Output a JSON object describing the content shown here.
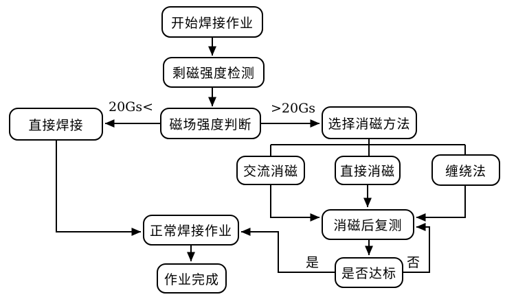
{
  "diagram": {
    "type": "flowchart",
    "background_color": "#ffffff",
    "line_color": "#000000",
    "node_fill_color": "#ffffff",
    "text_color": "#000000",
    "nodes": [
      {
        "id": "start",
        "label": "开始焊接作业"
      },
      {
        "id": "residual-detect",
        "label": "剩磁强度检测"
      },
      {
        "id": "field-judge",
        "label": "磁场强度判断"
      },
      {
        "id": "direct-weld",
        "label": "直接焊接"
      },
      {
        "id": "choose-method",
        "label": "选择消磁方法"
      },
      {
        "id": "ac-demag",
        "label": "交流消磁"
      },
      {
        "id": "direct-demag",
        "label": "直接消磁"
      },
      {
        "id": "winding-method",
        "label": "缠绕法"
      },
      {
        "id": "retest",
        "label": "消磁后复测"
      },
      {
        "id": "normal-weld",
        "label": "正常焊接作业"
      },
      {
        "id": "job-done",
        "label": "作业完成"
      },
      {
        "id": "check-standard",
        "label": "是否达标"
      }
    ],
    "edge_labels": [
      {
        "id": "below-threshold",
        "text": "20Gs<"
      },
      {
        "id": "above-threshold",
        "text": ">20Gs"
      },
      {
        "id": "yes",
        "text": "是"
      },
      {
        "id": "no",
        "text": "否"
      }
    ]
  }
}
